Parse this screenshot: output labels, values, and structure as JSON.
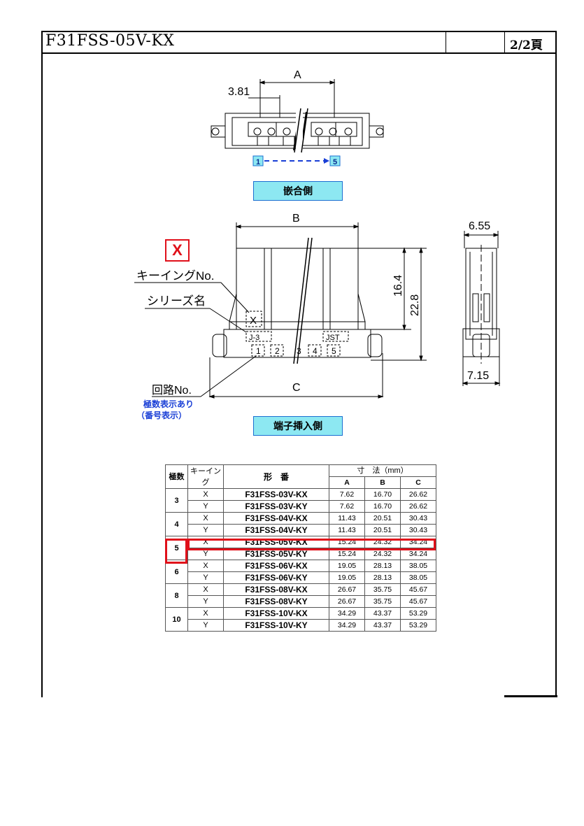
{
  "header": {
    "part_number": "F31FSS-05V-KX",
    "page": "2/2頁"
  },
  "drawing": {
    "top_view": {
      "dim_a": "A",
      "dim_pitch": "3.81",
      "pin_start": "1",
      "pin_end": "5",
      "badge": "嵌合側"
    },
    "front_view": {
      "dim_b": "B",
      "dim_c": "C",
      "dim_h1": "16.4",
      "dim_h2": "22.8",
      "key_box": "X",
      "key_label": "キーイングNo.",
      "series_label": "シリーズ名",
      "key_mark": "X",
      "series_left": "J-3",
      "series_right": "JST",
      "pins": [
        "1",
        "2",
        "3",
        "4",
        "5"
      ],
      "circuit_label": "回路No.",
      "circuit_note_1": "極数表示あり",
      "circuit_note_2": "（番号表示）",
      "badge": "端子挿入側"
    },
    "side_view": {
      "dim_top": "6.55",
      "dim_bottom": "7.15"
    }
  },
  "table": {
    "headers": {
      "poles": "極数",
      "keying": "キーイング",
      "part": "形　番",
      "dims": "寸　法（mm）",
      "a": "A",
      "b": "B",
      "c": "C"
    },
    "groups": [
      {
        "poles": "3",
        "rows": [
          {
            "key": "X",
            "part": "F31FSS-03V-KX",
            "a": "7.62",
            "b": "16.70",
            "c": "26.62"
          },
          {
            "key": "Y",
            "part": "F31FSS-03V-KY",
            "a": "7.62",
            "b": "16.70",
            "c": "26.62"
          }
        ]
      },
      {
        "poles": "4",
        "rows": [
          {
            "key": "X",
            "part": "F31FSS-04V-KX",
            "a": "11.43",
            "b": "20.51",
            "c": "30.43"
          },
          {
            "key": "Y",
            "part": "F31FSS-04V-KY",
            "a": "11.43",
            "b": "20.51",
            "c": "30.43"
          }
        ]
      },
      {
        "poles": "5",
        "rows": [
          {
            "key": "X",
            "part": "F31FSS-05V-KX",
            "a": "15.24",
            "b": "24.32",
            "c": "34.24"
          },
          {
            "key": "Y",
            "part": "F31FSS-05V-KY",
            "a": "15.24",
            "b": "24.32",
            "c": "34.24"
          }
        ]
      },
      {
        "poles": "6",
        "rows": [
          {
            "key": "X",
            "part": "F31FSS-06V-KX",
            "a": "19.05",
            "b": "28.13",
            "c": "38.05"
          },
          {
            "key": "Y",
            "part": "F31FSS-06V-KY",
            "a": "19.05",
            "b": "28.13",
            "c": "38.05"
          }
        ]
      },
      {
        "poles": "8",
        "rows": [
          {
            "key": "X",
            "part": "F31FSS-08V-KX",
            "a": "26.67",
            "b": "35.75",
            "c": "45.67"
          },
          {
            "key": "Y",
            "part": "F31FSS-08V-KY",
            "a": "26.67",
            "b": "35.75",
            "c": "45.67"
          }
        ]
      },
      {
        "poles": "10",
        "rows": [
          {
            "key": "X",
            "part": "F31FSS-10V-KX",
            "a": "34.29",
            "b": "43.37",
            "c": "53.29"
          },
          {
            "key": "Y",
            "part": "F31FSS-10V-KY",
            "a": "34.29",
            "b": "43.37",
            "c": "53.29"
          }
        ]
      }
    ]
  },
  "colors": {
    "highlight": "#e0101a",
    "badge_fill": "#8de8f2",
    "arrow_blue": "#1a3fd6",
    "note_blue": "#1a3fd6"
  }
}
